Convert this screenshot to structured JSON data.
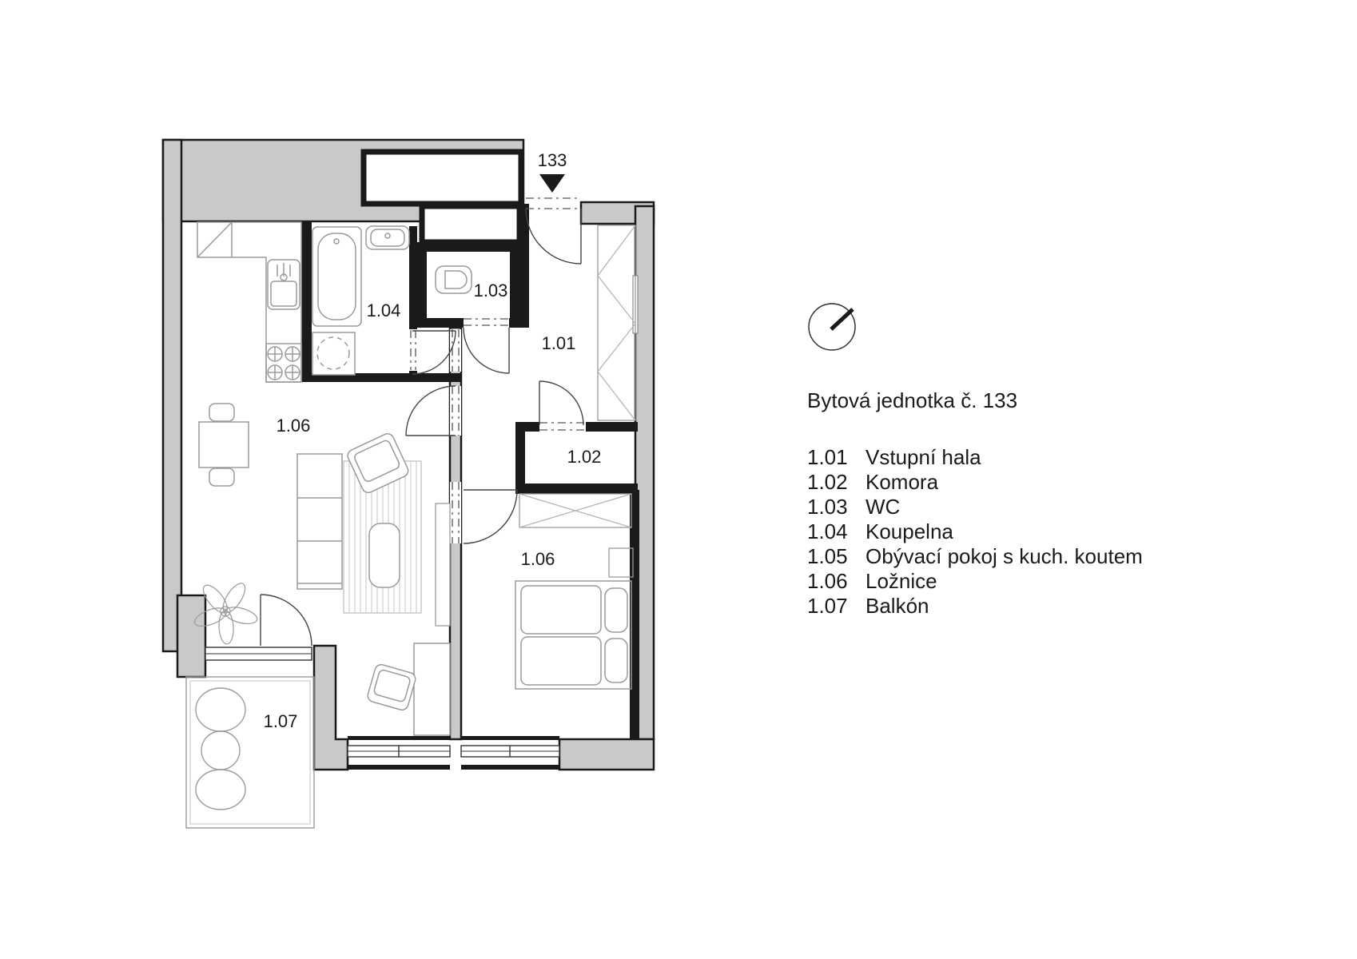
{
  "plan": {
    "unit_number": "133",
    "labels": {
      "hall": "1.01",
      "komora": "1.02",
      "wc": "1.03",
      "bath": "1.04",
      "living": "1.06",
      "bedroom": "1.06",
      "balcony": "1.07"
    }
  },
  "legend": {
    "title": "Bytová jednotka č. 133",
    "rooms": [
      {
        "number": "1.01",
        "name": "Vstupní hala"
      },
      {
        "number": "1.02",
        "name": "Komora"
      },
      {
        "number": "1.03",
        "name": "WC"
      },
      {
        "number": "1.04",
        "name": "Koupelna"
      },
      {
        "number": "1.05",
        "name": "Obývací pokoj s kuch. koutem"
      },
      {
        "number": "1.06",
        "name": "Ložnice"
      },
      {
        "number": "1.07",
        "name": "Balkón"
      }
    ]
  },
  "colors": {
    "wall_fill": "#c9c9c9",
    "wall_stroke": "#1a1a1a",
    "furniture_stroke": "#9a9a9a",
    "background": "#ffffff"
  }
}
